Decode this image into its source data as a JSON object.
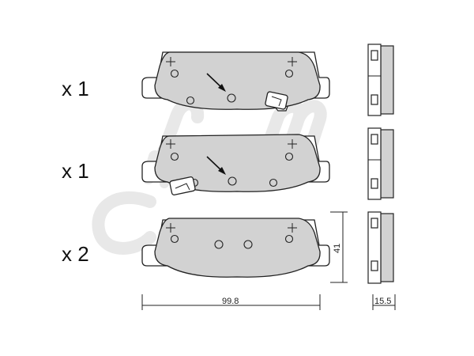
{
  "quantities": [
    "x 1",
    "x 1",
    "x 2"
  ],
  "dimensions": {
    "width": "99.8",
    "height": "41",
    "thickness": "15.5"
  },
  "watermark_color": "#e8e8e8",
  "pad_color": "#d2d2d2",
  "line_color": "#222222"
}
